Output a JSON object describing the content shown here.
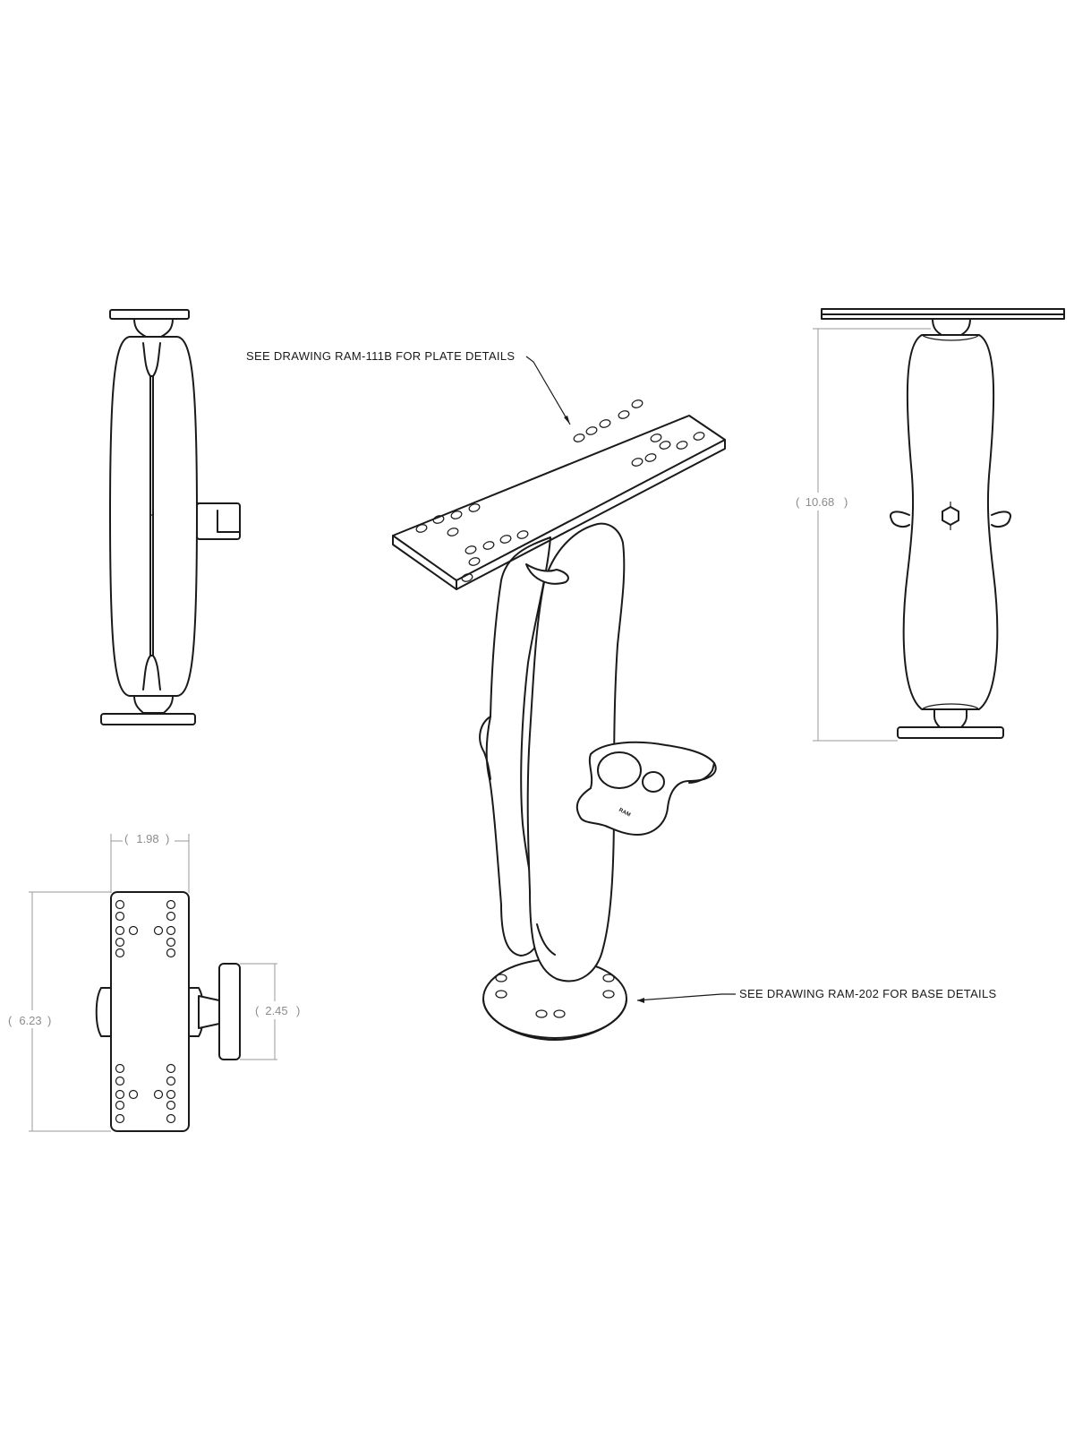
{
  "callouts": {
    "plate": "SEE DRAWING RAM-111B FOR PLATE DETAILS",
    "base": "SEE DRAWING RAM-202 FOR BASE DETAILS"
  },
  "dimensions": {
    "overall_height": "10.68",
    "plate_width": "1.98",
    "plate_length": "6.23",
    "knob_width": "2.45"
  },
  "brand_mark": "RAM"
}
